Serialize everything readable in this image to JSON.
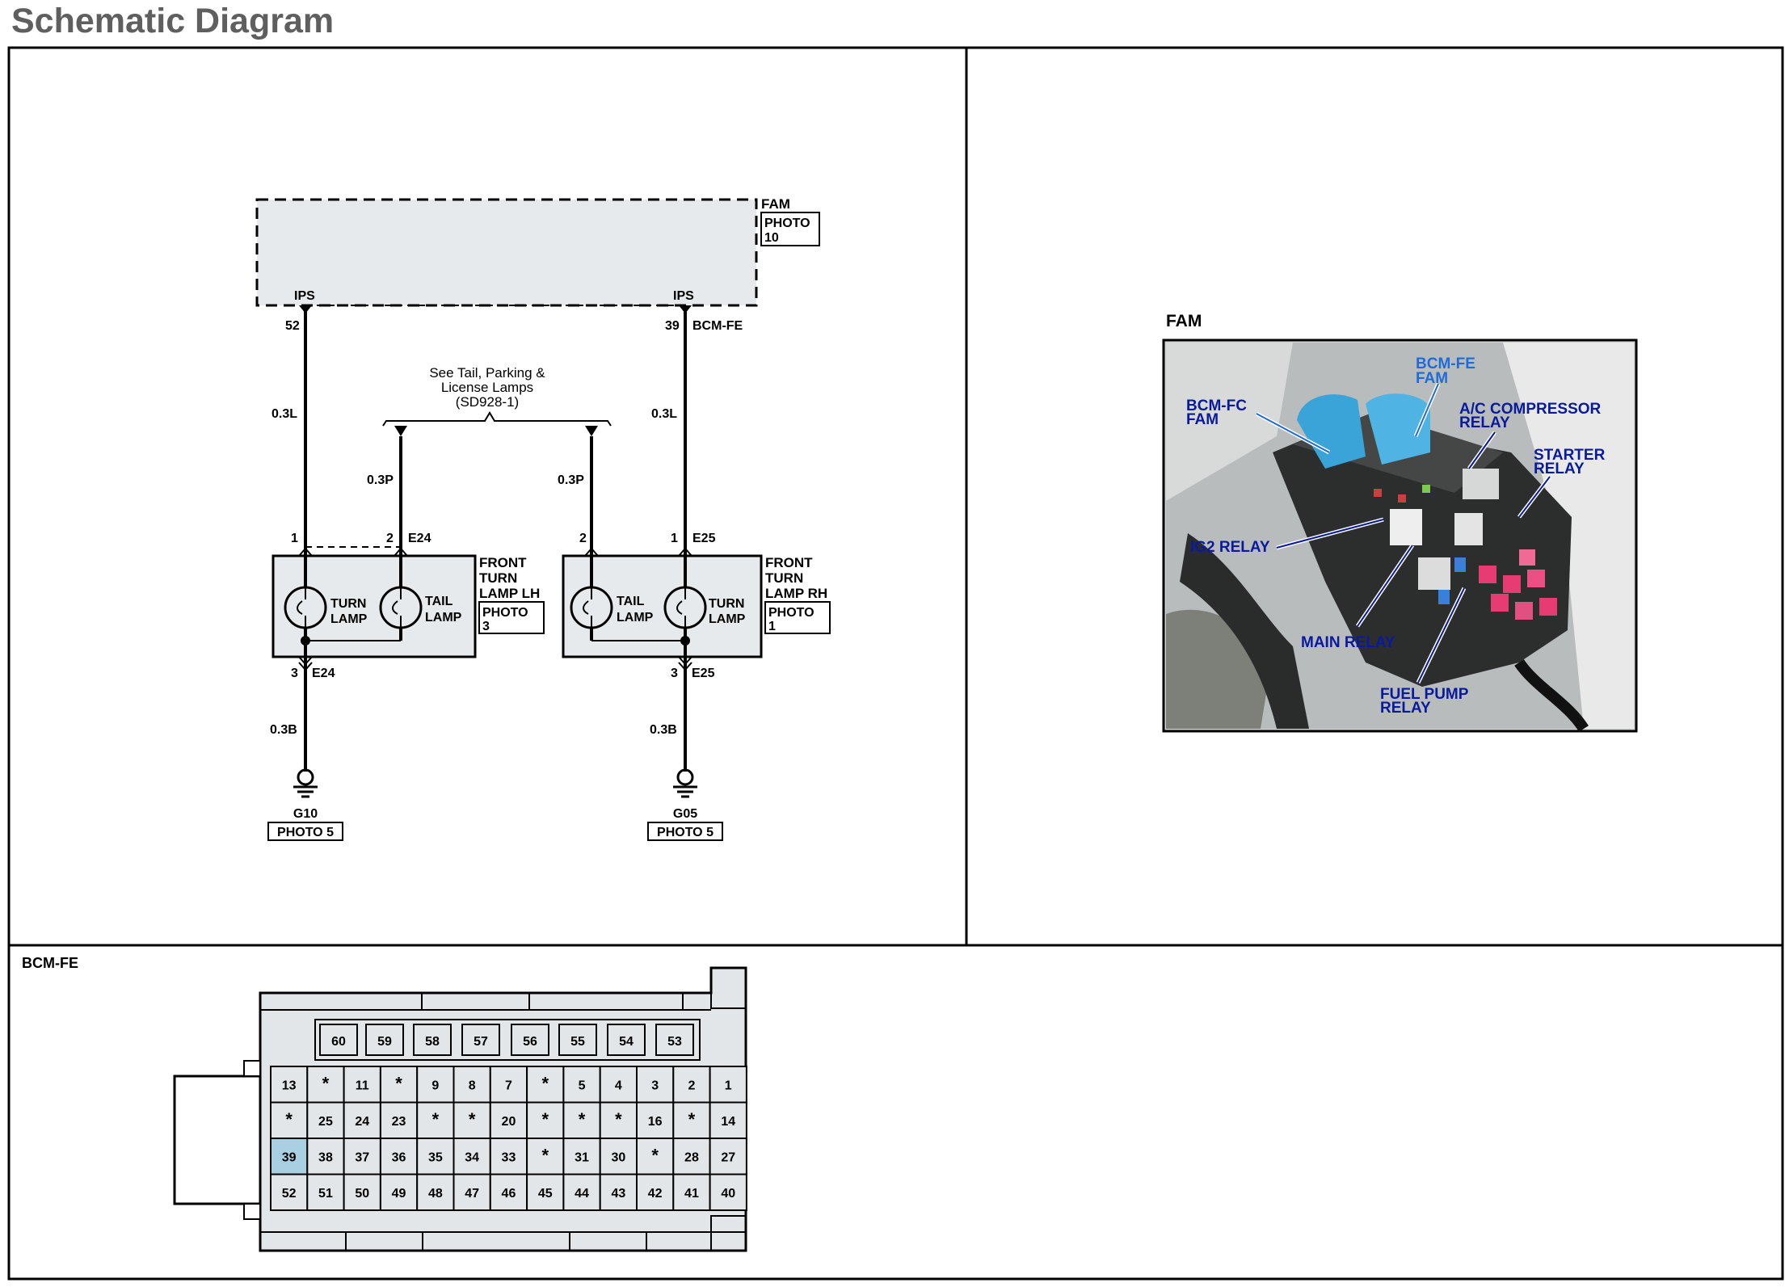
{
  "page_title": "Schematic Diagram",
  "schematic": {
    "module_name": "FAM",
    "module_photo": "PHOTO\n10",
    "ips_left": "IPS",
    "ips_right": "IPS",
    "pin_left": "52",
    "pin_right": "39",
    "connector_right": "BCM-FE",
    "note_line1": "See Tail, Parking &",
    "note_line2": "License Lamps",
    "note_line3": "(SD928-1)",
    "wire_03L_left": "0.3L",
    "wire_03L_right": "0.3L",
    "wire_03P_left": "0.3P",
    "wire_03P_right": "0.3P",
    "lh": {
      "pin1": "1",
      "pin2": "2",
      "conn": "E24",
      "name1": "FRONT",
      "name2": "TURN",
      "name3": "LAMP LH",
      "photo": "PHOTO",
      "photo_num": "3",
      "turn1": "TURN",
      "turn2": "LAMP",
      "tail1": "TAIL",
      "tail2": "LAMP",
      "pin3": "3",
      "conn_bottom": "E24",
      "wire_b": "0.3B",
      "ground": "G10",
      "ground_photo": "PHOTO 5"
    },
    "rh": {
      "pin1": "1",
      "pin2": "2",
      "conn": "E25",
      "name1": "FRONT",
      "name2": "TURN",
      "name3": "LAMP RH",
      "photo": "PHOTO",
      "photo_num": "1",
      "turn1": "TURN",
      "turn2": "LAMP",
      "tail1": "TAIL",
      "tail2": "LAMP",
      "pin3": "3",
      "conn_bottom": "E25",
      "wire_b": "0.3B",
      "ground": "G05",
      "ground_photo": "PHOTO 5"
    }
  },
  "photo_panel": {
    "title": "FAM",
    "labels": {
      "bcm_fe_1": "BCM-FE",
      "bcm_fe_2": "FAM",
      "bcm_fc_1": "BCM-FC",
      "bcm_fc_2": "FAM",
      "ac_1": "A/C COMPRESSOR",
      "ac_2": "RELAY",
      "starter_1": "STARTER",
      "starter_2": "RELAY",
      "ig2": "IG2 RELAY",
      "main": "MAIN RELAY",
      "fuel_1": "FUEL PUMP",
      "fuel_2": "RELAY"
    }
  },
  "connector": {
    "title": "BCM-FE",
    "highlight_color": "#a9cfe3",
    "top_row": [
      "60",
      "59",
      "58",
      "57",
      "56",
      "55",
      "54",
      "53"
    ],
    "rows": [
      [
        "13",
        "*",
        "11",
        "*",
        "9",
        "8",
        "7",
        "*",
        "5",
        "4",
        "3",
        "2",
        "1"
      ],
      [
        "*",
        "25",
        "24",
        "23",
        "*",
        "*",
        "20",
        "*",
        "*",
        "*",
        "16",
        "*",
        "14"
      ],
      [
        "39",
        "38",
        "37",
        "36",
        "35",
        "34",
        "33",
        "*",
        "31",
        "30",
        "*",
        "28",
        "27"
      ],
      [
        "52",
        "51",
        "50",
        "49",
        "48",
        "47",
        "46",
        "45",
        "44",
        "43",
        "42",
        "41",
        "40"
      ]
    ]
  }
}
